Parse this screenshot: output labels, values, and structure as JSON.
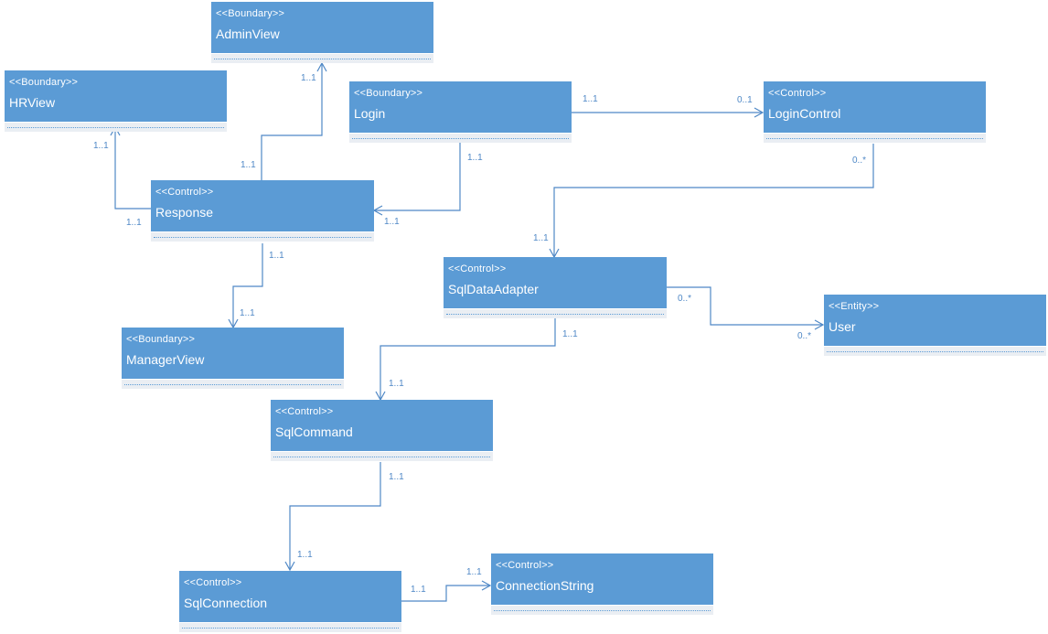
{
  "classes": [
    {
      "stereotype": "<<Boundary>>",
      "name": "AdminView"
    },
    {
      "stereotype": "<<Boundary>>",
      "name": "HRView"
    },
    {
      "stereotype": "<<Boundary>>",
      "name": "Login"
    },
    {
      "stereotype": "<<Control>>",
      "name": "LoginControl"
    },
    {
      "stereotype": "<<Control>>",
      "name": "Response"
    },
    {
      "stereotype": "<<Control>>",
      "name": "SqlDataAdapter"
    },
    {
      "stereotype": "<<Entity>>",
      "name": "User"
    },
    {
      "stereotype": "<<Boundary>>",
      "name": "ManagerView"
    },
    {
      "stereotype": "<<Control>>",
      "name": "SqlCommand"
    },
    {
      "stereotype": "<<Control>>",
      "name": "SqlConnection"
    },
    {
      "stereotype": "<<Control>>",
      "name": "ConnectionString"
    }
  ],
  "multiplicities": {
    "response_to_adminview_target": "1..1",
    "response_to_adminview_source": "1..1",
    "response_to_hrview_target": "1..1",
    "response_to_hrview_source": "1..1",
    "login_to_logincontrol_source": "1..1",
    "login_to_logincontrol_target": "0..1",
    "login_to_response_source": "1..1",
    "login_to_response_target": "1..1",
    "logincontrol_to_sqldataadapter_source": "0..*",
    "logincontrol_to_sqldataadapter_target": "1..1",
    "sqldataadapter_to_user_source": "0..*",
    "sqldataadapter_to_user_target": "0..*",
    "response_to_managerview_source": "1..1",
    "response_to_managerview_target": "1..1",
    "sqldataadapter_to_sqlcommand_source": "1..1",
    "sqldataadapter_to_sqlcommand_target": "1..1",
    "sqlcommand_to_sqlconnection_source": "1..1",
    "sqlcommand_to_sqlconnection_target": "1..1",
    "sqlconnection_to_connectionstring_source": "1..1",
    "sqlconnection_to_connectionstring_target": "1..1"
  }
}
